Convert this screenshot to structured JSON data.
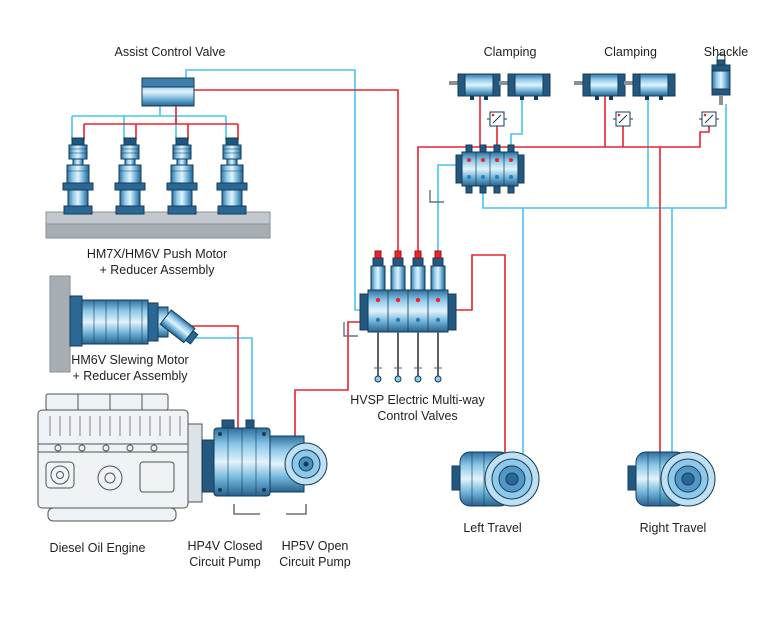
{
  "labels": {
    "assist_control_valve": "Assist Control Valve",
    "push_motor": "HM7X/HM6V Push Motor\n+ Reducer Assembly",
    "slewing_motor": "HM6V Slewing Motor\n+ Reducer Assembly",
    "diesel_engine": "Diesel Oil Engine",
    "hp4v_pump": "HP4V Closed\nCircuit Pump",
    "hp5v_pump": "HP5V Open\nCircuit Pump",
    "hvsp_valves": "HVSP Electric Multi-way\nControl Valves",
    "clamping_1": "Clamping",
    "clamping_2": "Clamping",
    "shackle": "Shackle",
    "left_travel": "Left Travel",
    "right_travel": "Right Travel"
  },
  "legend": {
    "pressure_line_color": "#e8232e",
    "pilot_line_color": "#49c3ef",
    "component_steel_blue": "#2a6795",
    "plate_gray": "#a6adb3"
  },
  "components": [
    "assist-control-valve-manifold",
    "push-motor-1",
    "push-motor-2",
    "push-motor-3",
    "push-motor-4",
    "motor-base-plate",
    "slewing-mount-plate",
    "slewing-motor",
    "diesel-engine",
    "hp4v-pump",
    "hp5v-pump",
    "hvsp-valve-bank",
    "pilot-valve-block",
    "solenoid-valve-symbol-1",
    "solenoid-valve-symbol-2",
    "solenoid-valve-symbol-3",
    "clamping-cylinder-1",
    "clamping-cylinder-2",
    "clamping-cylinder-3",
    "clamping-cylinder-4",
    "shackle-cylinder",
    "left-travel-motor",
    "right-travel-motor"
  ]
}
